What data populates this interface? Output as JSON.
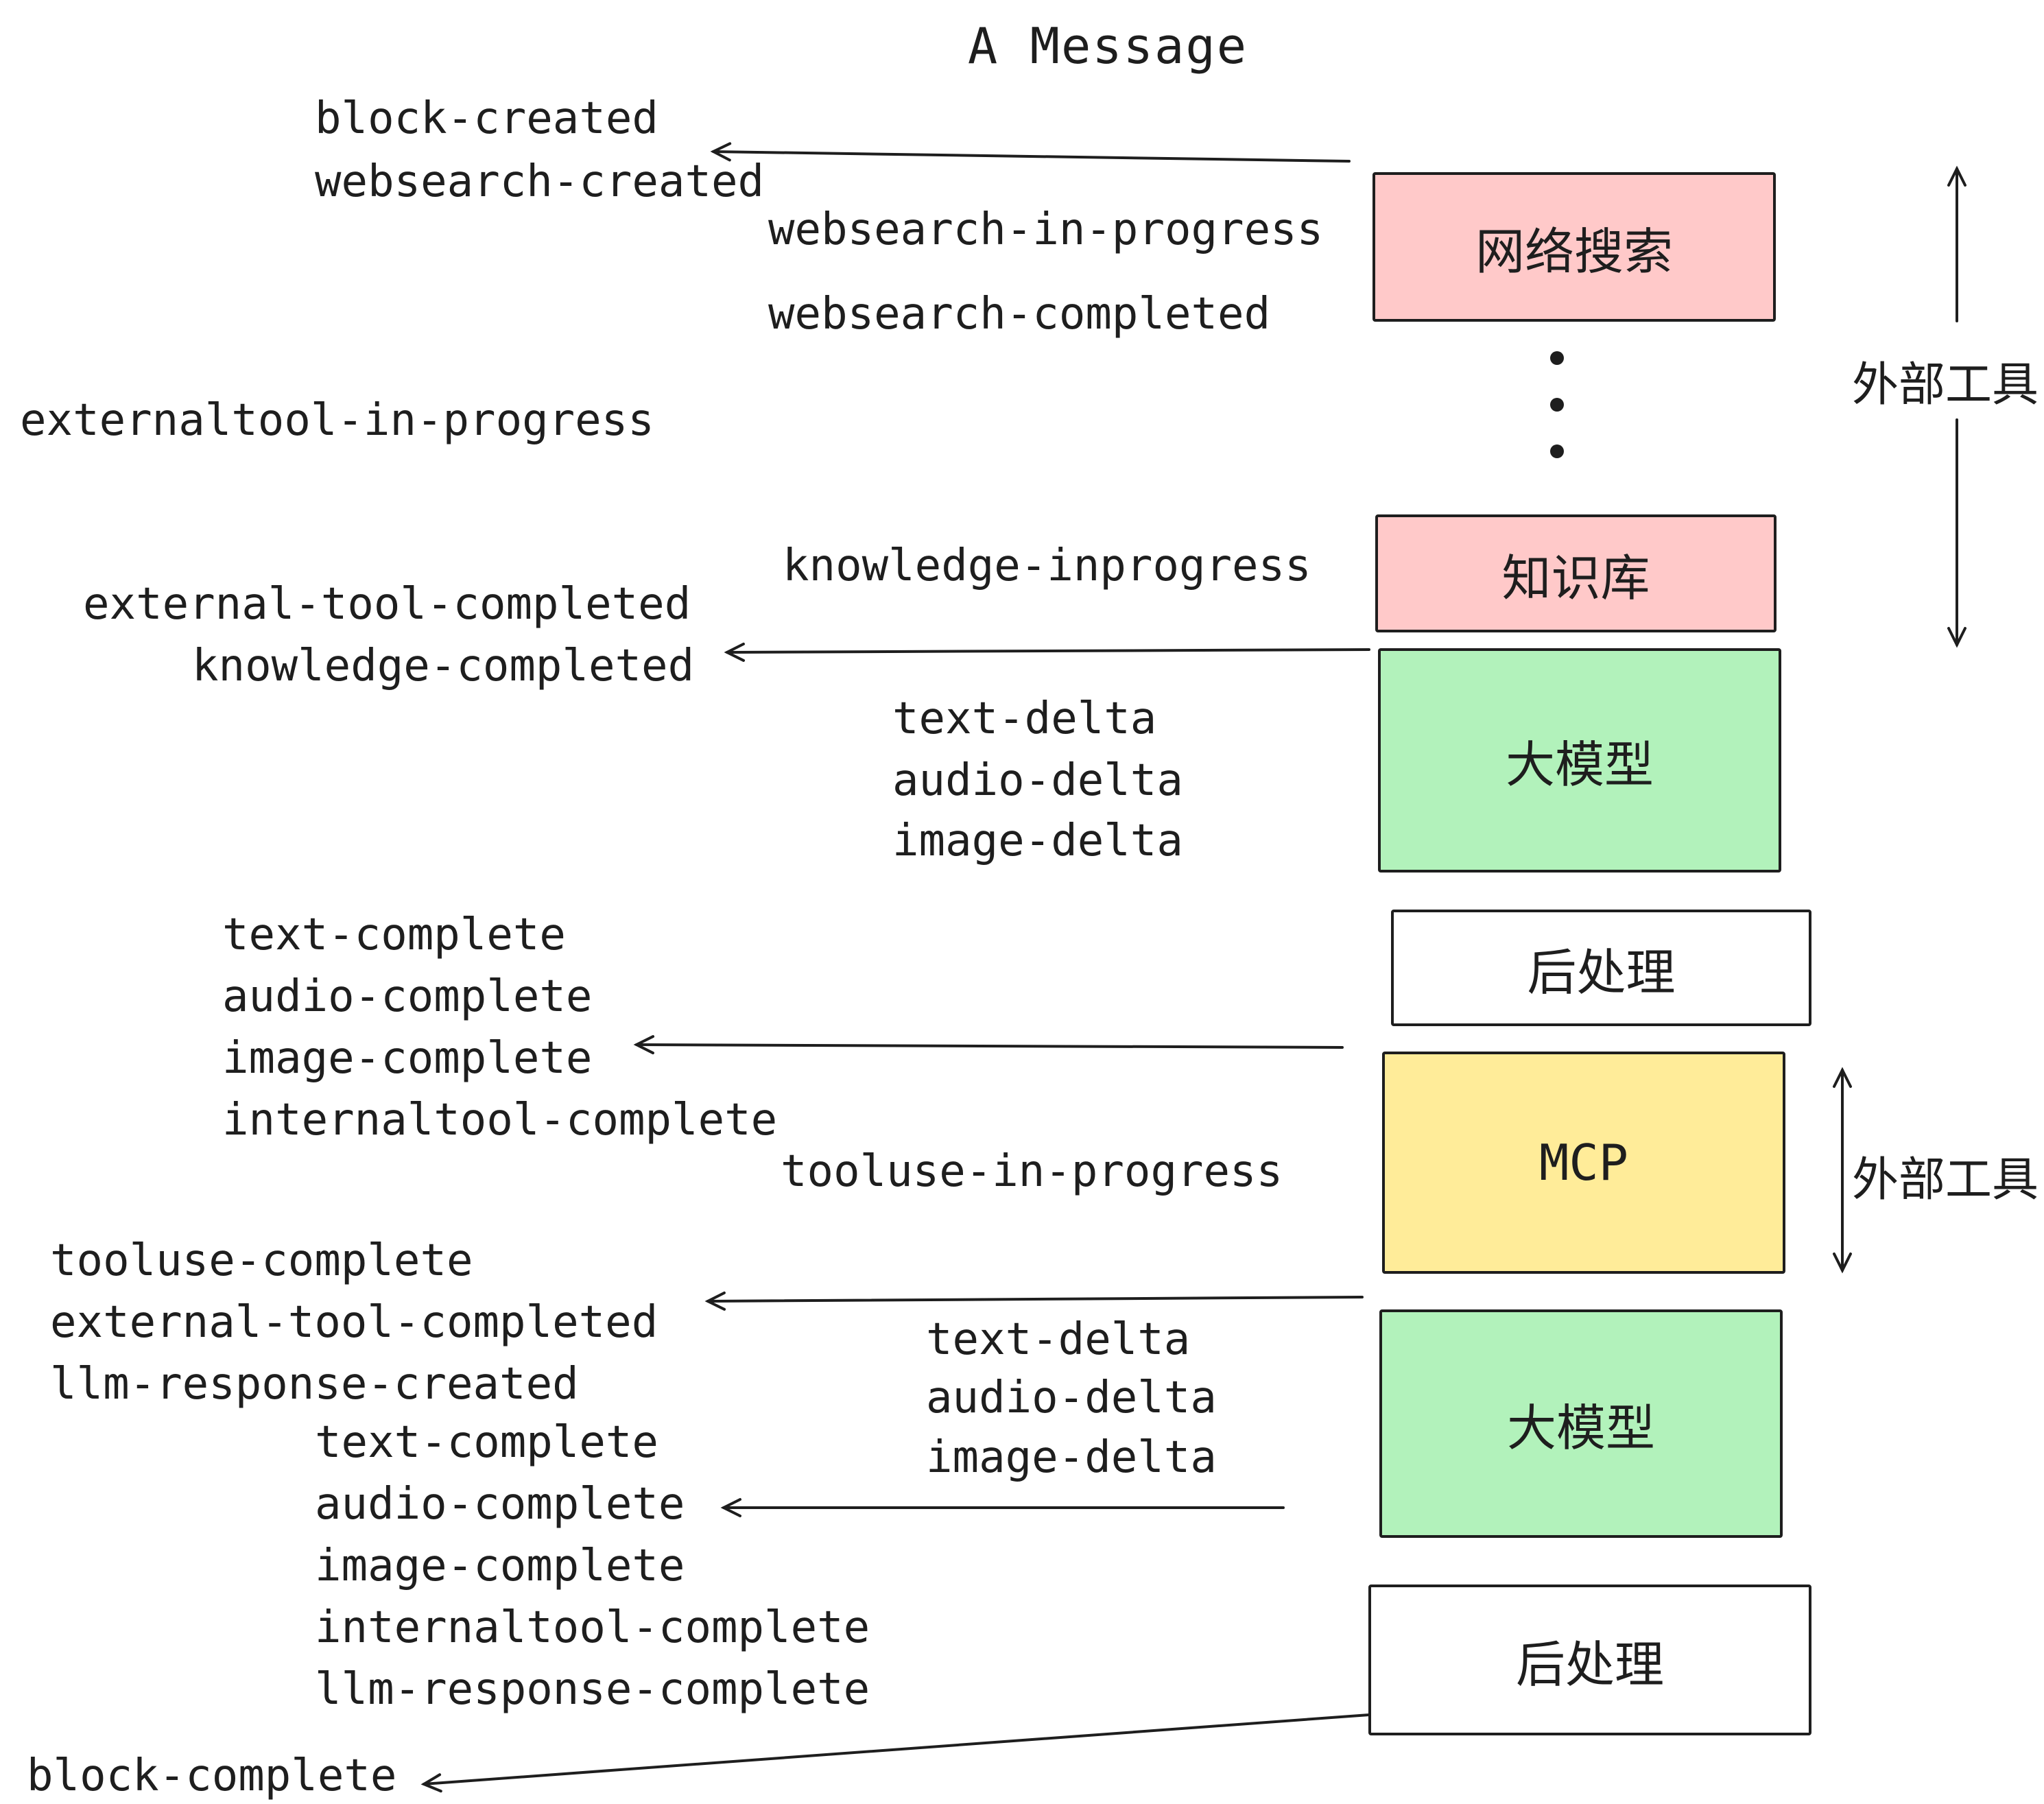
{
  "title": "A Message",
  "colors": {
    "ink": "#1e1e1e",
    "box_pink": "#ffc9c9",
    "box_green": "#b2f2bb",
    "box_yellow": "#ffec99",
    "box_white": "#ffffff"
  },
  "boxes": [
    {
      "label": "网络搜索"
    },
    {
      "label": "知识库"
    },
    {
      "label": "大模型"
    },
    {
      "label": "后处理"
    },
    {
      "label": "MCP"
    },
    {
      "label": "大模型"
    },
    {
      "label": "后处理"
    }
  ],
  "side_annotations": [
    {
      "label": "外部工具"
    },
    {
      "label": "外部工具"
    }
  ],
  "events": [
    {
      "text": "block-created"
    },
    {
      "text": "websearch-created"
    },
    {
      "text": "websearch-in-progress"
    },
    {
      "text": "websearch-completed"
    },
    {
      "text": "externaltool-in-progress"
    },
    {
      "text": "knowledge-inprogress"
    },
    {
      "text": "external-tool-completed"
    },
    {
      "text": "knowledge-completed"
    },
    {
      "text": "text-delta"
    },
    {
      "text": "audio-delta"
    },
    {
      "text": "image-delta"
    },
    {
      "text": "text-complete"
    },
    {
      "text": "audio-complete"
    },
    {
      "text": "image-complete"
    },
    {
      "text": "internaltool-complete"
    },
    {
      "text": "tooluse-in-progress"
    },
    {
      "text": "tooluse-complete"
    },
    {
      "text": "external-tool-completed"
    },
    {
      "text": "llm-response-created"
    },
    {
      "text": "text-delta"
    },
    {
      "text": "audio-delta"
    },
    {
      "text": "image-delta"
    },
    {
      "text": "text-complete"
    },
    {
      "text": "audio-complete"
    },
    {
      "text": "image-complete"
    },
    {
      "text": "internaltool-complete"
    },
    {
      "text": "llm-response-complete"
    },
    {
      "text": "block-complete"
    }
  ]
}
